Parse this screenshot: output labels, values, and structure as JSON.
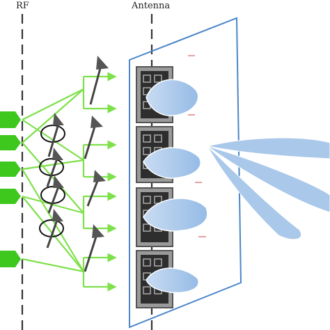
{
  "labels": {
    "rf": "RF",
    "antenna": "Antenna"
  },
  "colors": {
    "port_green": "#3ec81e",
    "arrow_green": "#7ee04a",
    "panel_blue": "#4a86c8",
    "lobe_blue": "#a9c8ea",
    "phase_arrow": "#4a4a4a",
    "element_dark": "#2e2e2e"
  },
  "diagram": {
    "rf_ports": 5,
    "phase_shifters": 4,
    "antenna_elements": 4,
    "element_lobes": 4,
    "output_beams": 3
  }
}
